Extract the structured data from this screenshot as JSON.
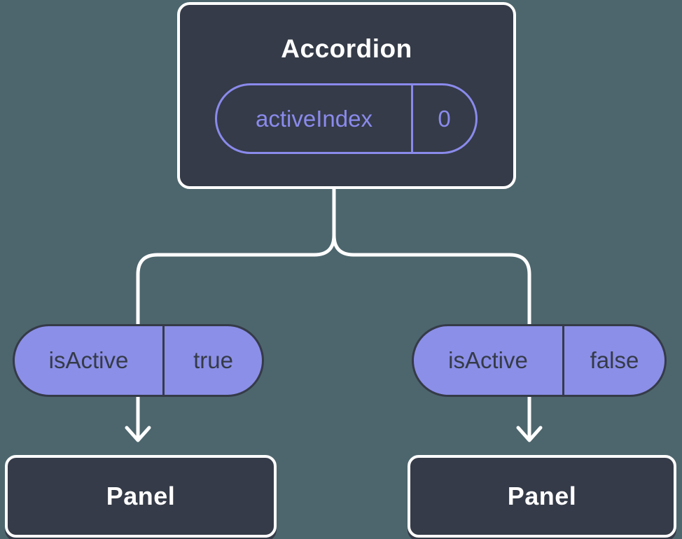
{
  "colors": {
    "background": "#4D666D",
    "node_fill": "#353B48",
    "node_border": "#FFFFFF",
    "state_accent": "#8A8AEC",
    "prop_pill_fill": "#8B8FE8",
    "prop_pill_text": "#353B48",
    "connector": "#FFFFFF"
  },
  "diagram": {
    "root": {
      "title": "Accordion",
      "state": {
        "name": "activeIndex",
        "value": "0"
      }
    },
    "children": [
      {
        "prop": {
          "name": "isActive",
          "value": "true"
        },
        "node": {
          "title": "Panel"
        }
      },
      {
        "prop": {
          "name": "isActive",
          "value": "false"
        },
        "node": {
          "title": "Panel"
        }
      }
    ]
  }
}
